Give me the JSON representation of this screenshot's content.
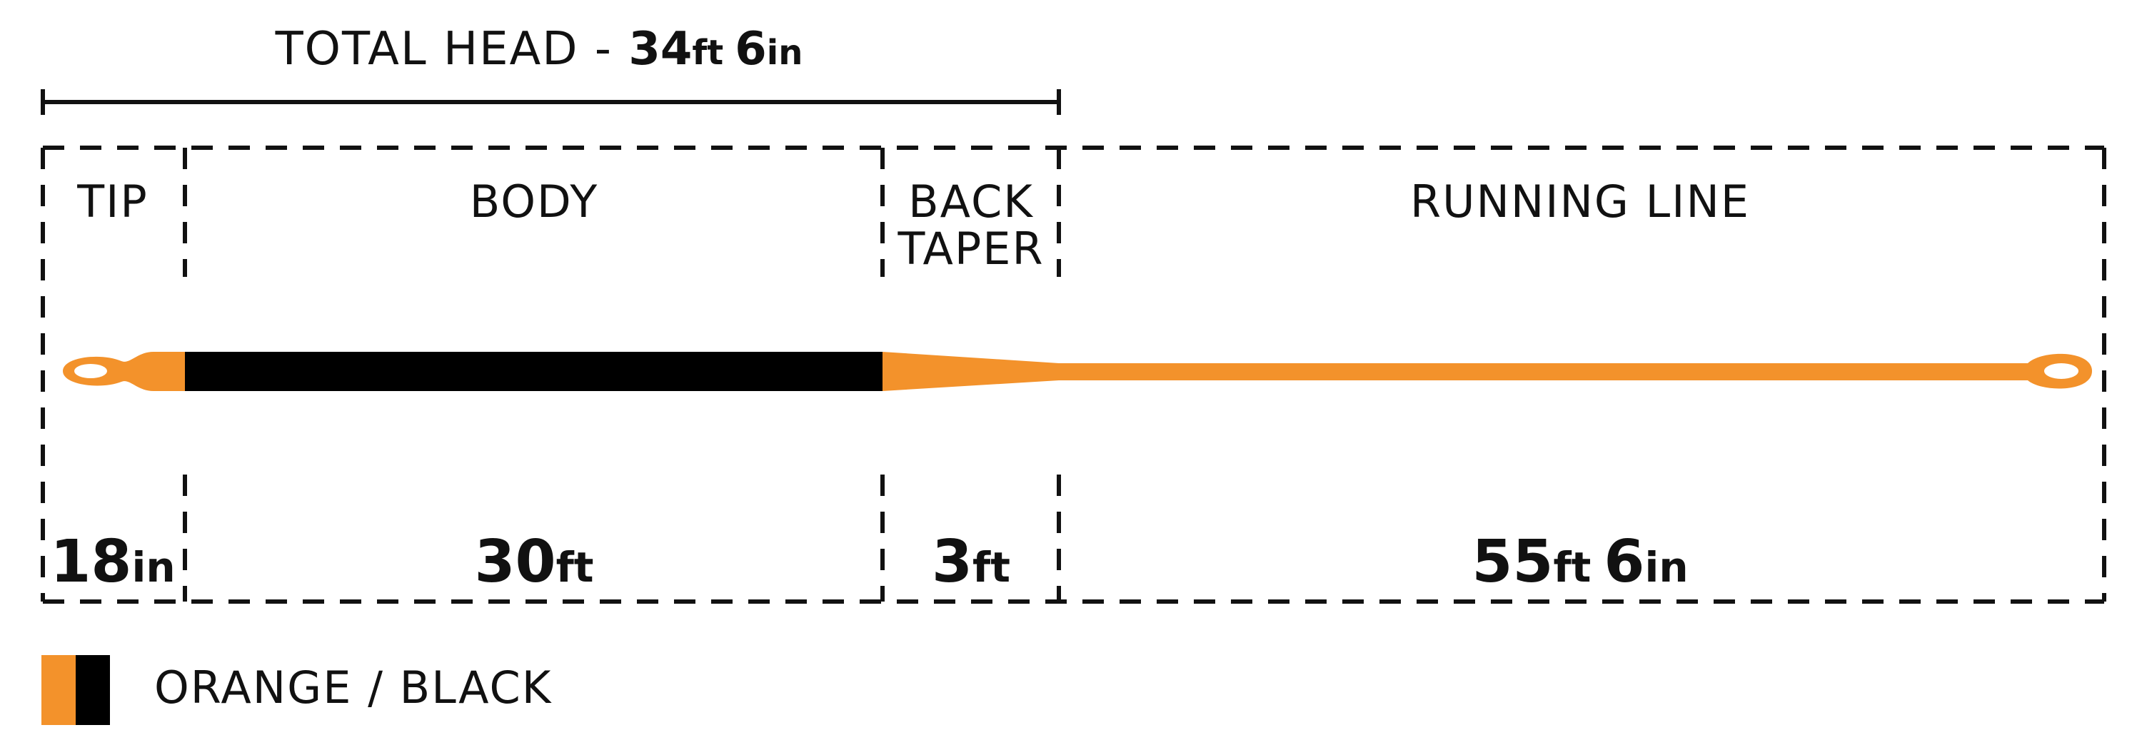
{
  "total_head": {
    "label": "TOTAL HEAD - ",
    "ft_value": "34",
    "ft_unit": "ft",
    "in_value": "6",
    "in_unit": "in"
  },
  "sections": {
    "tip": {
      "label": "TIP",
      "value": "18",
      "unit": "in"
    },
    "body": {
      "label": "BODY",
      "value": "30",
      "unit": "ft"
    },
    "back_taper": {
      "label_line1": "BACK",
      "label_line2": "TAPER",
      "value": "3",
      "unit": "ft"
    },
    "running_line": {
      "label": "RUNNING LINE",
      "ft_value": "55",
      "ft_unit": "ft",
      "in_value": "6",
      "in_unit": "in"
    }
  },
  "legend": {
    "label": "ORANGE / BLACK"
  },
  "colors": {
    "orange": "#f3922b",
    "black": "#000000",
    "ink": "#111111"
  }
}
